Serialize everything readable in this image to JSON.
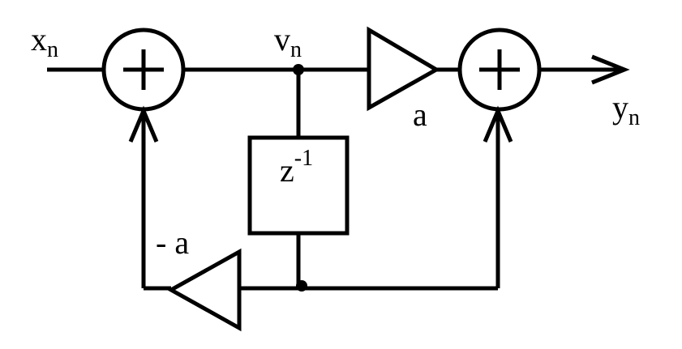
{
  "labels": {
    "input": {
      "base": "x",
      "sub": "n"
    },
    "node": {
      "base": "v",
      "sub": "n"
    },
    "output": {
      "base": "y",
      "sub": "n"
    },
    "forward_gain": "a",
    "feedback_gain": "- a",
    "delay": {
      "base": "z",
      "sup": "-1"
    }
  },
  "icons": {
    "adder": "plus-circle",
    "amplifier": "triangle",
    "arrow": "arrowhead",
    "junction": "dot"
  },
  "colors": {
    "stroke": "#000000",
    "background": "#ffffff"
  }
}
